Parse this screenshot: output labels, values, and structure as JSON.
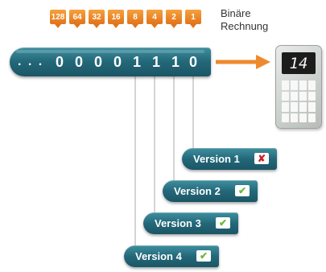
{
  "weights": [
    "128",
    "64",
    "32",
    "16",
    "8",
    "4",
    "2",
    "1"
  ],
  "caption": {
    "line1": "Binäre",
    "line2": "Rechnung"
  },
  "bar": {
    "prefix": ". . .",
    "bits": [
      "0",
      "0",
      "0",
      "0",
      "1",
      "1",
      "1",
      "0"
    ]
  },
  "calculator": {
    "display": "14"
  },
  "versions": [
    {
      "label": "Version 1",
      "mark": "✘",
      "status": "cross",
      "mark_color": "#d01f26"
    },
    {
      "label": "Version 2",
      "mark": "✔",
      "status": "check",
      "mark_color": "#6cb83a"
    },
    {
      "label": "Version 3",
      "mark": "✔",
      "status": "check",
      "mark_color": "#6cb83a"
    },
    {
      "label": "Version 4",
      "mark": "✔",
      "status": "check",
      "mark_color": "#6cb83a"
    }
  ],
  "colors": {
    "teal": "#236879",
    "orange": "#ee8a2e",
    "line": "#a9a9a9"
  }
}
